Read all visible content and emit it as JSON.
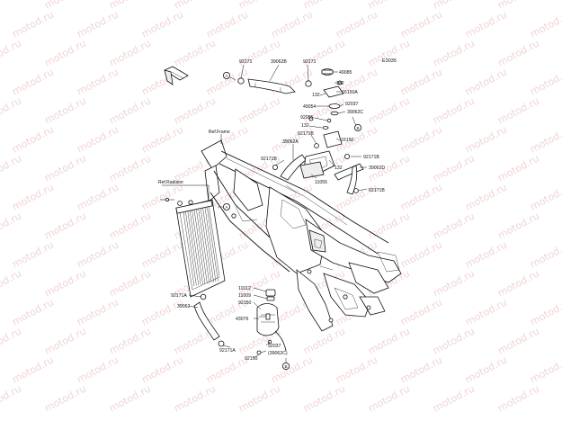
{
  "diagram_code": "E3035",
  "watermark": "motod.ru",
  "references": {
    "frame": "Ref.Frame",
    "radiator": "Ref.Radiator"
  },
  "circle_marks": {
    "a": "A",
    "b": "B"
  },
  "labels": {
    "p92171_top_left": "92171",
    "p39062B": "39062B",
    "p92171_top_right": "92171",
    "p49085": "49085",
    "p132_a": "132",
    "p132_b": "132",
    "p16150A": "16150A",
    "p92037_top": "92037",
    "p39062C": "39062C",
    "p49054": "49054",
    "p92055": "92055",
    "p132_c": "132",
    "p92171B_a": "92171B",
    "p16150": "16150",
    "p39062A": "39062A",
    "p92171B_b": "92171B",
    "p92171B_c": "92171B",
    "p39062D": "39062D",
    "p132_d": "132",
    "p11055": "11055",
    "p92171B_d": "92171B",
    "p11012": "11012",
    "p11009": "11009",
    "p92150_a": "92150",
    "p43076": "43076",
    "p92171A_a": "92171A",
    "p39062": "39062",
    "p92171A_b": "92171A",
    "p92037_bottom": "92037",
    "p39062C_paren": "(39062C)",
    "p92150_b": "92150"
  }
}
